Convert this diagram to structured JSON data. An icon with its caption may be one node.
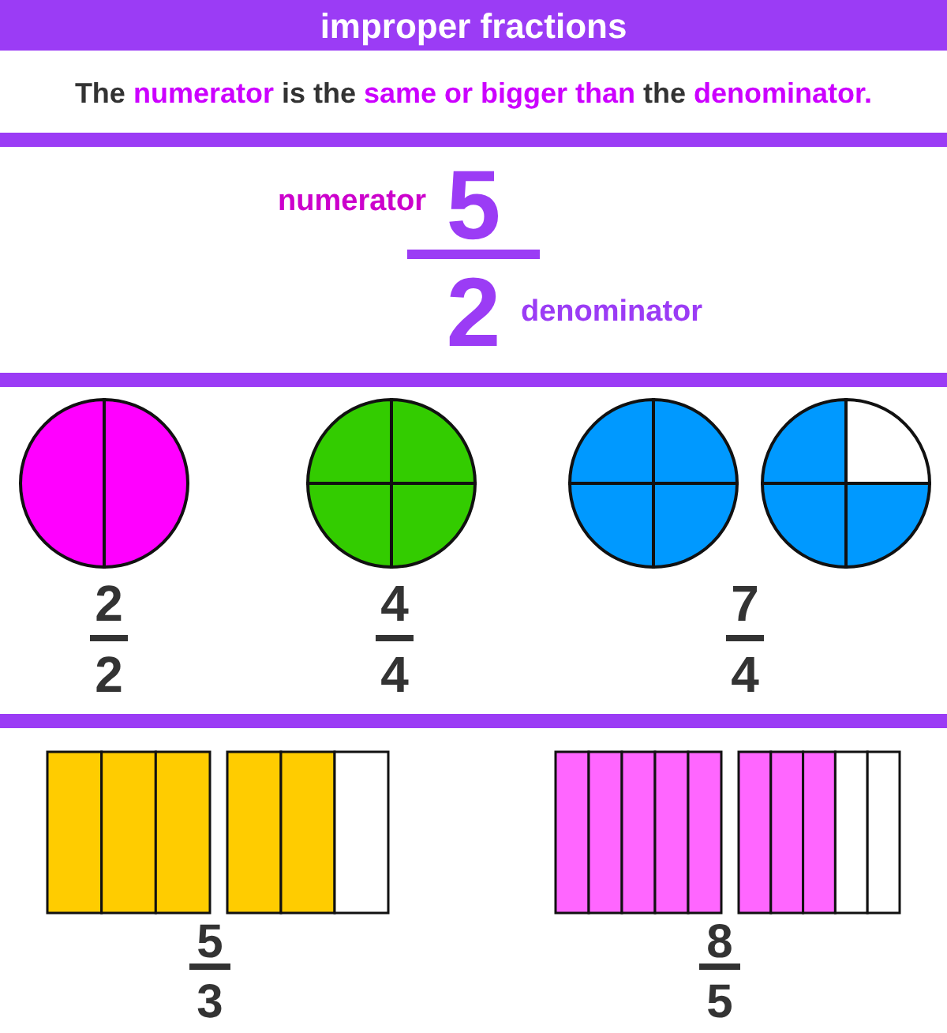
{
  "diagram": {
    "title": "improper fractions",
    "labels": [
      "The **numerator** is the **same or bigger than** the **denominator.**",
      "numerator",
      "5",
      "2",
      "denominator",
      "2",
      "2",
      "4",
      "4",
      "7",
      "4",
      "5",
      "3",
      "8",
      "5"
    ]
  }
}
